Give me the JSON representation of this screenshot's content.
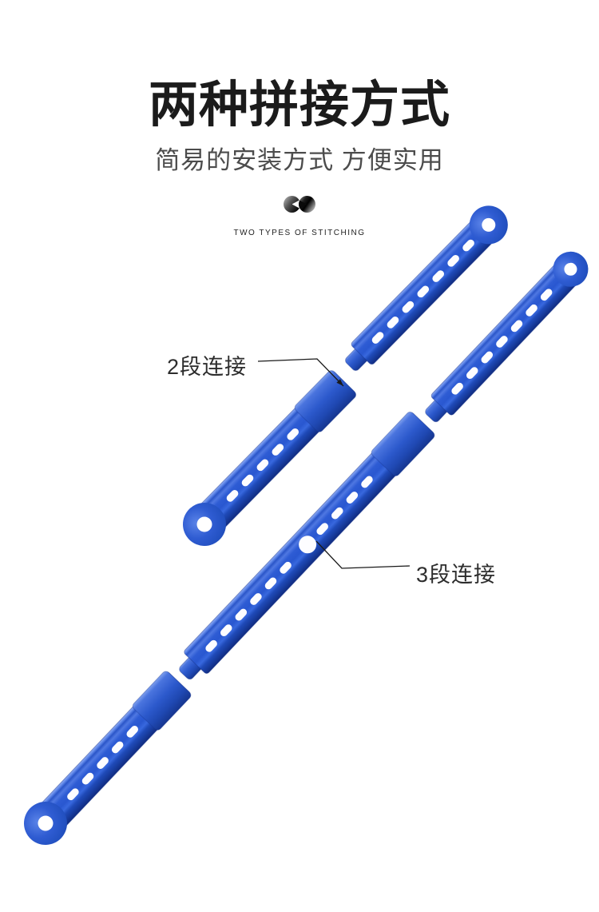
{
  "header": {
    "title": "两种拼接方式",
    "subtitle": "简易的安装方式 方便实用",
    "tagline_en": "TWO TYPES OF STITCHING"
  },
  "annotations": {
    "two_segment_label": "2段连接",
    "three_segment_label": "3段连接"
  },
  "icons": {
    "logo": "infinity-gradient-icon"
  },
  "colors": {
    "background": "#ffffff",
    "title_text": "#1b1b1b",
    "subtitle_text": "#4c4c4c",
    "label_text": "#2d2d2d",
    "leader_line": "#1a1a1a",
    "rod_blue": "#2c59cc",
    "rod_highlight": "#8fa9f0",
    "rod_dark_edge": "#112c80",
    "rod_hole": "#ffffff"
  }
}
